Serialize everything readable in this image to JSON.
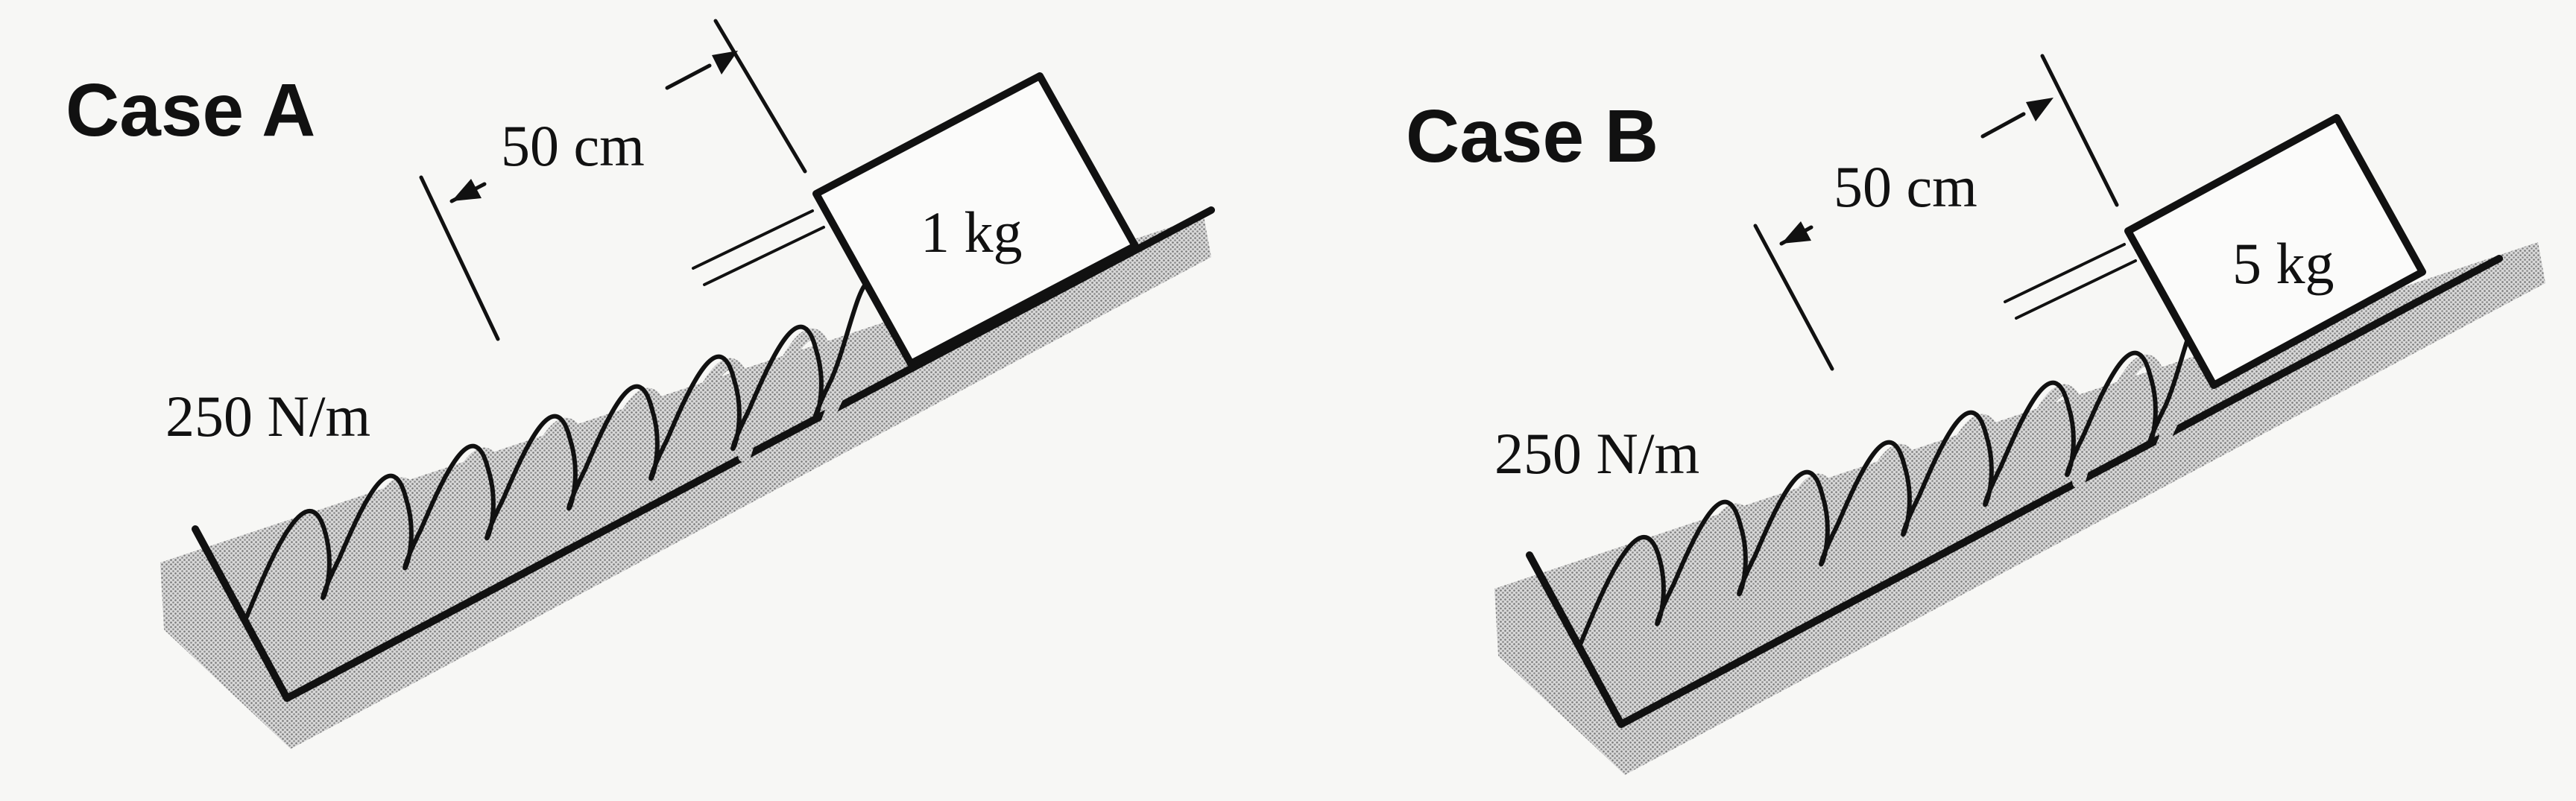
{
  "figure": {
    "cases": [
      {
        "title": "Case A",
        "displacement_label": "50 cm",
        "spring_constant_label": "250 N/m",
        "mass_label": "1 kg"
      },
      {
        "title": "Case B",
        "displacement_label": "50 cm",
        "spring_constant_label": "250 N/m",
        "mass_label": "5 kg"
      }
    ]
  }
}
